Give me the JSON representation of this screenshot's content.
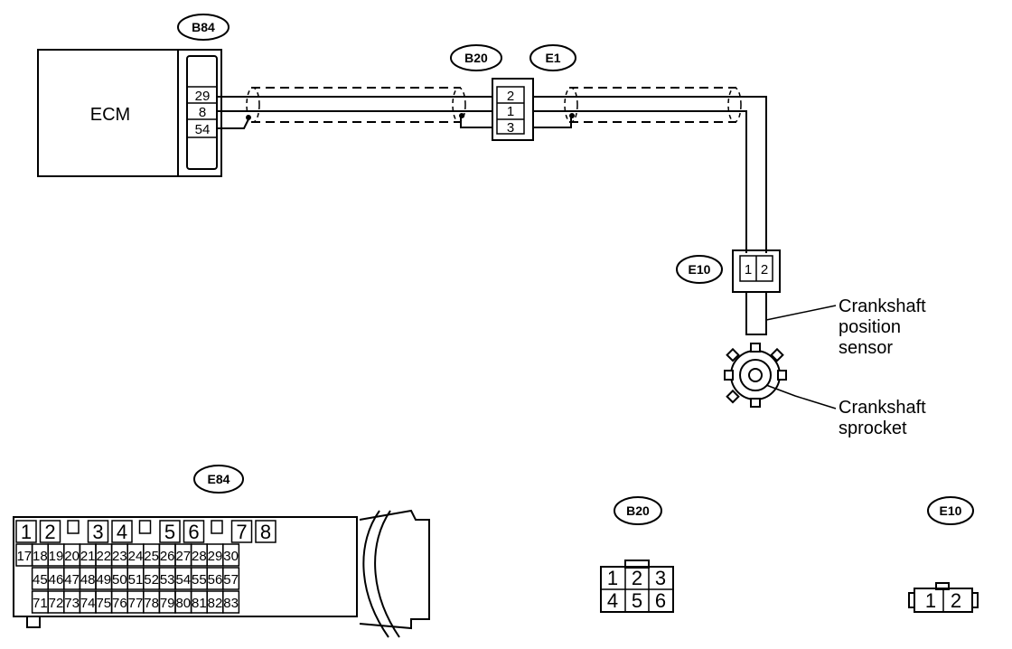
{
  "ecm": {
    "label": "ECM",
    "connector": "B84",
    "pins": [
      "29",
      "8",
      "54"
    ]
  },
  "junction": {
    "left_connector": "B20",
    "right_connector": "E1",
    "pins": [
      "2",
      "1",
      "3"
    ]
  },
  "sensor": {
    "connector": "E10",
    "label_lines": [
      "Crankshaft",
      "position",
      "sensor"
    ]
  },
  "sprocket": {
    "label_lines": [
      "Crankshaft",
      "sprocket"
    ]
  },
  "face_views": {
    "e84": {
      "tag": "E84",
      "row1": [
        "1",
        "2",
        "",
        "3",
        "4",
        "",
        "5",
        "6",
        "",
        "7",
        "8"
      ],
      "row2": [
        "17",
        "18",
        "19",
        "20",
        "21",
        "22",
        "23",
        "24",
        "25",
        "26",
        "27",
        "28",
        "29",
        "30"
      ],
      "row3": [
        "45",
        "46",
        "47",
        "48",
        "49",
        "50",
        "51",
        "52",
        "53",
        "54",
        "55",
        "56",
        "57"
      ],
      "row4": [
        "71",
        "72",
        "73",
        "74",
        "75",
        "76",
        "77",
        "78",
        "79",
        "80",
        "81",
        "82",
        "83"
      ]
    },
    "b20": {
      "tag": "B20",
      "rows": [
        [
          "1",
          "2",
          "3"
        ],
        [
          "4",
          "5",
          "6"
        ]
      ]
    },
    "e10": {
      "tag": "E10",
      "pins": [
        "1",
        "2"
      ]
    }
  }
}
